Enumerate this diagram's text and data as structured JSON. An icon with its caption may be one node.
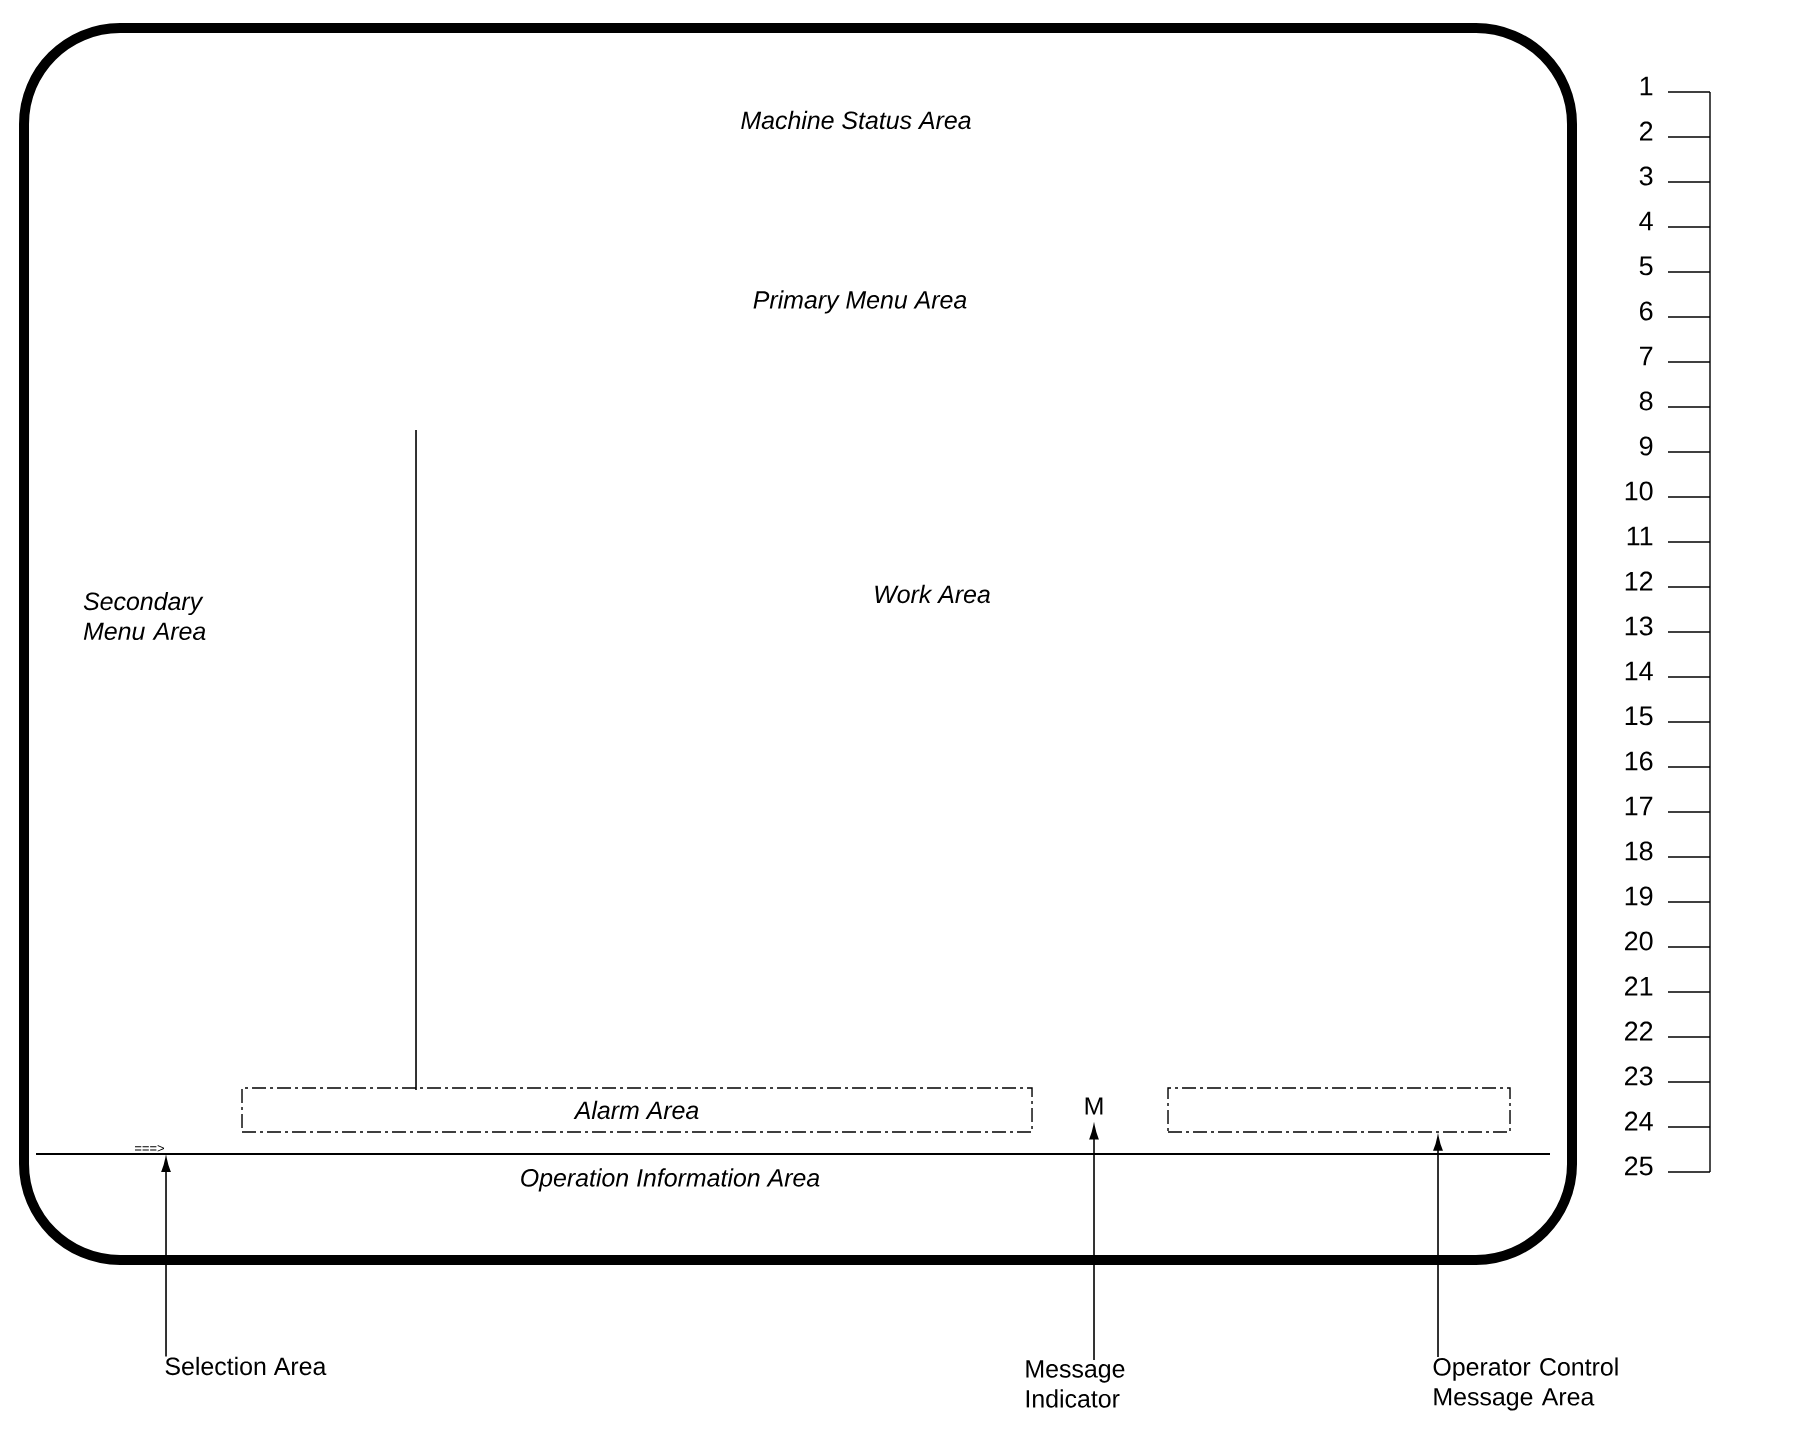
{
  "diagram": {
    "nodes": [
      {
        "text": [
          "Machine Status Area"
        ]
      },
      {
        "text": [
          "Primary Menu Area"
        ]
      },
      {
        "text": [
          "Secondary Menu Area"
        ]
      },
      {
        "text": [
          "Work Area"
        ]
      },
      {
        "text": [
          "Alarm Area"
        ]
      },
      {
        "text": [
          "Operation Information Area"
        ]
      },
      {
        "text": [
          "Selection Area"
        ]
      },
      {
        "text": [
          "===>"
        ]
      },
      {
        "text": [
          "M"
        ]
      },
      {
        "text": [
          "Message Indicator"
        ]
      },
      {
        "text": [
          "Operator Control Message Area"
        ]
      },
      {
        "text": [],
        "shape": "box"
      }
    ],
    "edges": [
      {
        "from": 6,
        "to": 7,
        "arrow": "to"
      },
      {
        "from": 9,
        "to": 8,
        "arrow": "to"
      },
      {
        "from": 10,
        "to": 11,
        "arrow": "to"
      }
    ],
    "labels": [
      "1",
      "2",
      "3",
      "4",
      "5",
      "6",
      "7",
      "8",
      "9",
      "10",
      "11",
      "12",
      "13",
      "14",
      "15",
      "16",
      "17",
      "18",
      "19",
      "20",
      "21",
      "22",
      "23",
      "24",
      "25"
    ]
  }
}
